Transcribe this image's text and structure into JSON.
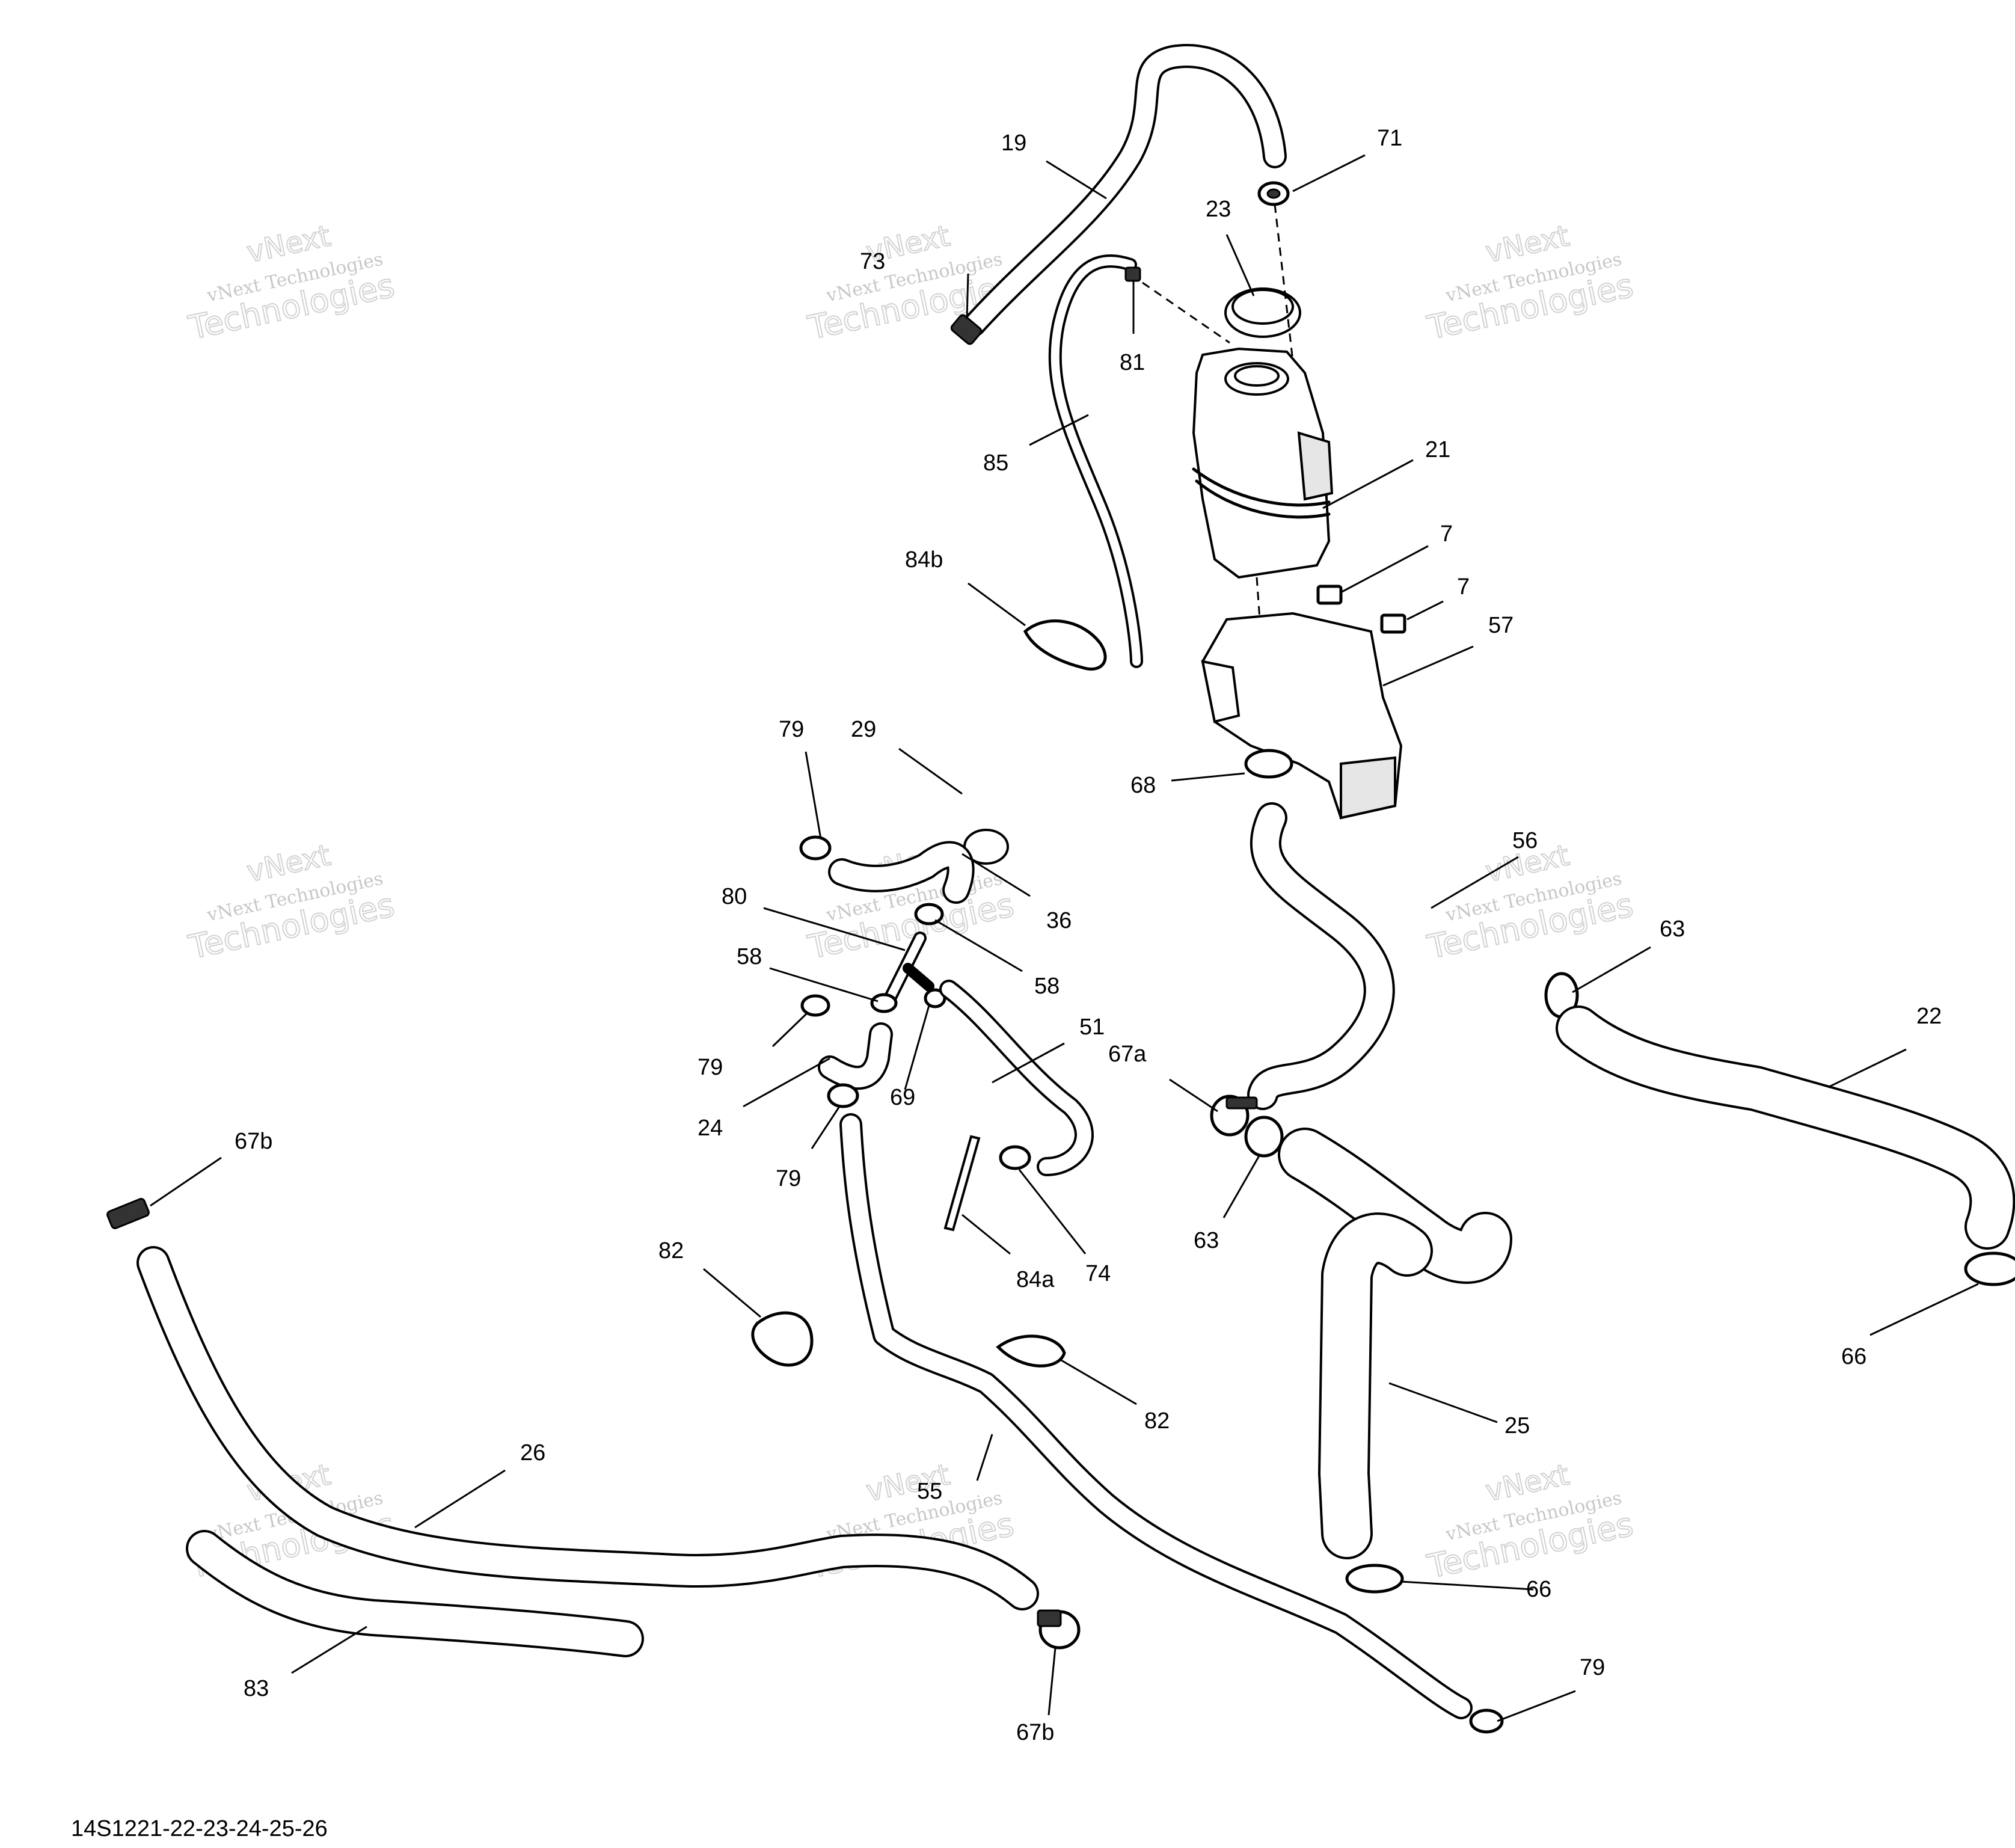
{
  "document_id": "14S1221-22-23-24-25-26",
  "watermark": {
    "line1": "vNext Technologies",
    "line2": "Technologies",
    "line3": "vNext"
  },
  "callouts": {
    "c19": "19",
    "c71": "71",
    "c23": "23",
    "c73": "73",
    "c81": "81",
    "c85": "85",
    "c21": "21",
    "c7a": "7",
    "c7b": "7",
    "c84b": "84b",
    "c57": "57",
    "c79a": "79",
    "c29": "29",
    "c68": "68",
    "c56": "56",
    "c36": "36",
    "c80": "80",
    "c58a": "58",
    "c58b": "58",
    "c63a": "63",
    "c22": "22",
    "c51": "51",
    "c79b": "79",
    "c67a": "67a",
    "c69": "69",
    "c24": "24",
    "c79c": "79",
    "c67b_left": "67b",
    "c63b": "63",
    "c84a": "84a",
    "c74": "74",
    "c82a": "82",
    "c66a": "66",
    "c82b": "82",
    "c25": "25",
    "c26": "26",
    "c55": "55",
    "c66b": "66",
    "c79d": "79",
    "c83": "83",
    "c67b_bottom": "67b"
  }
}
